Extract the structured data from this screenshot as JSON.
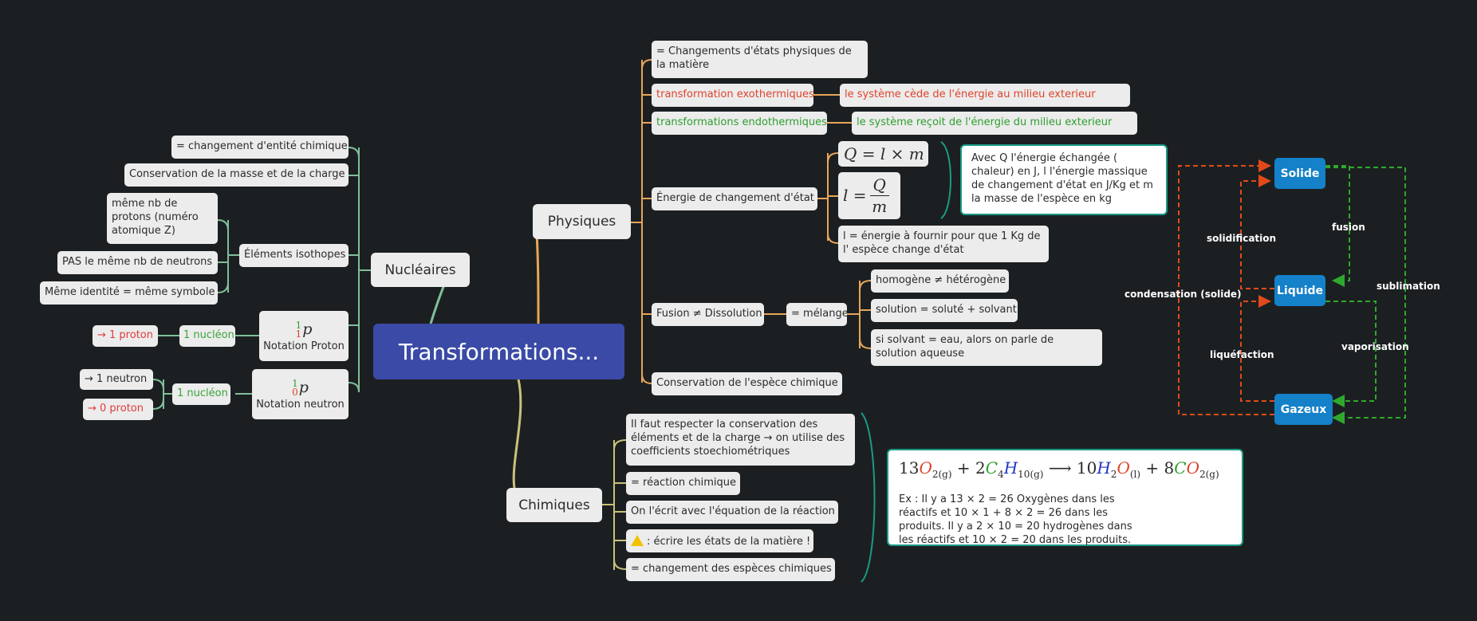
{
  "root": {
    "label": "Transformations..."
  },
  "nucleaires": {
    "label": "Nucléaires",
    "items": [
      "= changement d'entité chimique",
      "Conservation de la masse et de la charge"
    ],
    "isotopes": {
      "label": "Éléments isothopes",
      "children": [
        "même nb de protons (numéro atomique Z)",
        "PAS le même nb de neutrons",
        "Même identité = même symbole"
      ]
    },
    "proton": {
      "symbol": "p",
      "mass_number": "1",
      "atomic_number": "1",
      "caption": "Notation Proton",
      "nucleon": "1 nucléon",
      "children": [
        "→ 1 proton"
      ]
    },
    "neutron": {
      "symbol": "p",
      "mass_number": "1",
      "atomic_number": "0",
      "caption": "Notation neutron",
      "nucleon": "1 nucléon",
      "children": [
        "→ 1 neutron",
        "→ 0 proton"
      ]
    }
  },
  "physiques": {
    "label": "Physiques",
    "definition": "= Changements d'états physiques de la matière",
    "exo": {
      "label": "transformation exothermiques",
      "detail": "le système cède de l'énergie au milieu exterieur"
    },
    "endo": {
      "label": "transformations endothermiques",
      "detail": "le système reçoit de l'énergie du milieu exterieur"
    },
    "energie": {
      "label": "Énergie de changement d'état",
      "formula1": "Q = l × m",
      "formula2_left": "l =",
      "formula2_num": "Q",
      "formula2_den": "m",
      "note": "l = énergie à fournir pour que 1 Kg de l' espèce change d'état",
      "summary": "Avec Q l'énergie échangée ( chaleur) en J, l l'énergie massique de changement d'état en   J/Kg et m la masse de l'espèce en kg"
    },
    "fusion": {
      "label": "Fusion ≠ Dissolution",
      "melange": "= mélange",
      "children": [
        "homogène ≠ hétérogène",
        "solution = soluté + solvant",
        "si solvant = eau, alors on parle de solution aqueuse"
      ]
    },
    "conservation": "Conservation de l'espèce chimique"
  },
  "states": {
    "solide": "Solide",
    "liquide": "Liquide",
    "gazeux": "Gazeux",
    "fusion": "fusion",
    "solidification": "solidification",
    "sublimation": "sublimation",
    "condensation": "condensation (solide)",
    "liquefaction": "liquéfaction",
    "vaporisation": "vaporisation",
    "colors": {
      "state": "#1481c9",
      "red_arrow": "#e04a1a",
      "green_arrow": "#2ea82e"
    }
  },
  "chimiques": {
    "label": "Chimiques",
    "items": [
      "Il faut respecter la conservation des éléments et de la charge → on utilise des coefficients stoechiométriques",
      "= réaction chimique",
      "On l'écrit avec l'équation de la réaction",
      ": écrire les états de la matière !",
      "= changement des espèces chimiques"
    ],
    "equation": {
      "c1": "13",
      "o2": "O",
      "s1": "2(g)",
      "plus1": "+",
      "c2": "2",
      "c": "C",
      "s2a": "4",
      "h": "H",
      "s2b": "10(g)",
      "arrow": "⟶",
      "c3": "10",
      "h2": "H",
      "s3a": "2",
      "o3": "O",
      "s3b": "(l)",
      "plus2": "+",
      "c4": "8",
      "co": "C",
      "o4": "O",
      "s4": "2(g)"
    },
    "example": "Ex : Il y a 13 × 2 = 26 Oxygènes dans les réactifs et 10 × 1 + 8 × 2 = 26 dans les produits. Il y a 2 × 10 = 20 hydrogènes dans les réactifs et 10 × 2 = 20 dans les produits."
  }
}
